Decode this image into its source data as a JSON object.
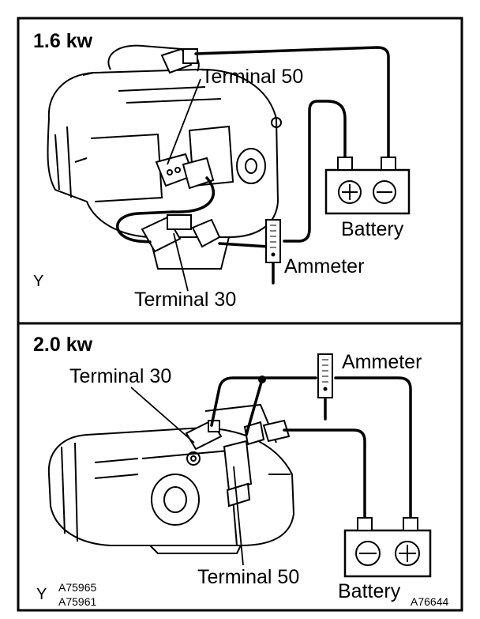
{
  "top": {
    "title": "1.6 kw",
    "terminal_50": "Terminal 50",
    "terminal_30": "Terminal 30",
    "battery": "Battery",
    "ammeter": "Ammeter",
    "y_mark": "Y"
  },
  "bottom": {
    "title": "2.0 kw",
    "terminal_30": "Terminal 30",
    "terminal_50": "Terminal 50",
    "battery": "Battery",
    "ammeter": "Ammeter",
    "y_mark": "Y"
  },
  "codes": {
    "code_1": "A75965",
    "code_2": "A75961",
    "figure_id": "A76644"
  },
  "symbols": {
    "plus": "+",
    "minus": "−"
  }
}
